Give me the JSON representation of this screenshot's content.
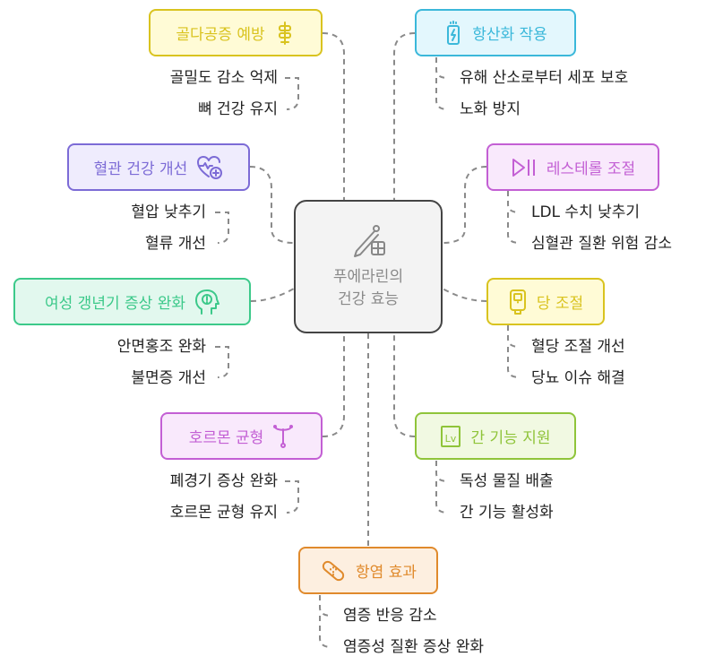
{
  "center": {
    "line1": "푸에라린의",
    "line2": "건강 효능",
    "icon": "needle-plus-icon"
  },
  "topics": [
    {
      "id": "bone",
      "label": "골다공증 예방",
      "icon": "spine-icon",
      "color": "#d9c31f",
      "fill": "#fffbd6",
      "items": [
        "골밀도 감소 억제",
        "뼈 건강 유지"
      ]
    },
    {
      "id": "antioxidant",
      "label": "항산화 작용",
      "icon": "battery-charge-icon",
      "color": "#3bb8da",
      "fill": "#e3f7fd",
      "items": [
        "유해 산소로부터 세포 보호",
        "노화 방지"
      ]
    },
    {
      "id": "vascular",
      "label": "혈관 건강 개선",
      "icon": "heart-pulse-icon",
      "color": "#7c6bd6",
      "fill": "#efecfd",
      "items": [
        "혈압 낮추기",
        "혈류 개선"
      ]
    },
    {
      "id": "cholesterol",
      "label": "레스테롤 조절",
      "icon": "play-pause-icon",
      "color": "#c35fd4",
      "fill": "#f9e9fc",
      "items": [
        "LDL 수치 낮추기",
        "심혈관 질환 위험 감소"
      ]
    },
    {
      "id": "menopause",
      "label": "여성 갱년기 증상 완화",
      "icon": "head-brain-icon",
      "color": "#3cc98a",
      "fill": "#e2f8ee",
      "items": [
        "안면홍조 완화",
        "불면증 개선"
      ]
    },
    {
      "id": "glucose",
      "label": "당 조절",
      "icon": "glucose-meter-icon",
      "color": "#d9c31f",
      "fill": "#fffbd6",
      "items": [
        "혈당 조절 개선",
        "당뇨 이슈 해결"
      ]
    },
    {
      "id": "hormone",
      "label": "호르몬 균형",
      "icon": "iud-icon",
      "color": "#c35fd4",
      "fill": "#f9e9fc",
      "items": [
        "폐경기 증상 완화",
        "호르몬 균형 유지"
      ]
    },
    {
      "id": "liver",
      "label": "간 기능 지원",
      "icon": "liver-lv-icon",
      "color": "#8fc43a",
      "fill": "#f1f9e2",
      "items": [
        "독성 물질 배출",
        "간 기능 활성화"
      ]
    },
    {
      "id": "inflammation",
      "label": "항염 효과",
      "icon": "bandage-icon",
      "color": "#e08a2c",
      "fill": "#fdefe0",
      "items": [
        "염증 반응 감소",
        "염증성 질환 증상 완화"
      ]
    }
  ]
}
